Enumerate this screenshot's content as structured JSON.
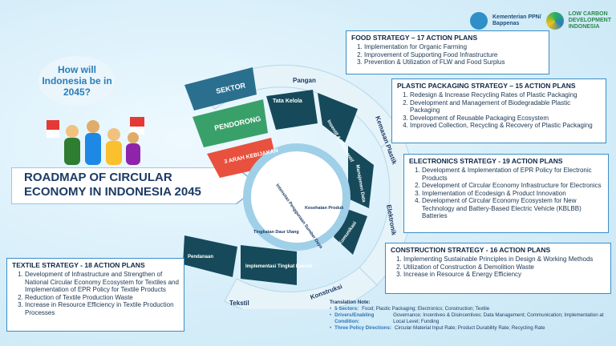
{
  "logos": {
    "ministry": "Kementerian PPN/\nBappenas",
    "lcdi": "LOW CARBON\nDEVELOPMENT\nINDONESIA"
  },
  "question": "How will Indonesia be in 2045?",
  "title_line1": "ROADMAP OF CIRCULAR",
  "title_line2": "ECONOMY IN INDONESIA 2045",
  "wheel": {
    "outer_labels": [
      "SEKTOR",
      "PENDORONG",
      "3 ARAH KEBIJAKAN"
    ],
    "sectors": [
      "Pangan",
      "Kemasan Plastik",
      "Elektronik",
      "Konstruksi",
      "Tekstil"
    ],
    "drivers": [
      "Tata Kelola",
      "Insentif & Disinsentif",
      "Manajemen Data",
      "Komunikasi",
      "Implementasi Tingkat Daerah",
      "Pendanaan"
    ],
    "directions": [
      "Intensitas Penggunaan Sumber Daya",
      "Kesehatan Produk",
      "Tingkatan Daur Ulang"
    ]
  },
  "panels": {
    "food": {
      "title": "FOOD STRATEGY – 17 ACTION PLANS",
      "items": [
        "Implementation for Organic Farming",
        "Improvement of Supporting Food Infrastructure",
        "Prevention & Utilization of FLW and Food Surplus"
      ]
    },
    "plastic": {
      "title": "PLASTIC PACKAGING  STRATEGY – 15 ACTION PLANS",
      "items": [
        "Redesign & Increase Recycling Rates of Plastic Packaging",
        "Development and Management of Biodegradable Plastic Packaging",
        "Development of Reusable Packaging Ecosystem",
        "Improved Collection, Recycling & Recovery of Plastic Packaging"
      ]
    },
    "electronics": {
      "title": "ELECTRONICS STRATEGY - 19 ACTION PLANS",
      "items": [
        "Development & Implementation of EPR Policy for Electronic Products",
        "Development of Circular Economy Infrastructure for Electronics",
        "Implementation of Ecodesign & Product Innovation",
        "Development of Circular Economy Ecosystem for New Technology and Battery-Based Electric Vehicle (KBLBB) Batteries"
      ]
    },
    "construction": {
      "title": "CONSTRUCTION STRATEGY - 16 ACTION PLANS",
      "items": [
        "Implementing Sustainable Principles in Design & Working Methods",
        "Utilization of Construction & Demolition Waste",
        "Increase in Resource & Energy Efficiency"
      ]
    },
    "textile": {
      "title": "TEXTILE STRATEGY - 18 ACTION PLANS",
      "items": [
        "Development of Infrastructure and Strengthen of National Circular Economy Ecosystem for Textiles and Implementation of EPR Policy for Textile Products",
        "Reduction of Textile Production Waste",
        "Increase in Resource Efficiency in Textile Production Processes"
      ]
    }
  },
  "note": {
    "header": "Translation Note:",
    "line1_label": "5 Sectors:",
    "line1_text": "Food;  Plastic Packaging; Electronics; Construction;  Textile",
    "line2_label": "Drivers/Enabling  Condition:",
    "line2_text": "Governance;  Incentives & Disincentives;  Data Management; Communication;  Implementation at Local Level;  Funding",
    "line3_label": "Three Policy Directions:",
    "line3_text": "Circular Material Input Rate; Product Durability Rate; Recycling Rate"
  },
  "colors": {
    "sektor": "#2b6f8f",
    "pendorong": "#3aa06a",
    "kebijakan": "#e8513e",
    "dark_tile": "#164a5a",
    "ring": "#dbeef6",
    "panel_border": "#3b8dc6"
  }
}
